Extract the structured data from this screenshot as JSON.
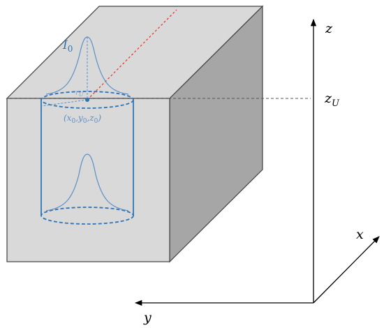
{
  "labels": {
    "intensity": "I",
    "intensity_sub": "0",
    "radius": "r",
    "radius_sub": "U",
    "center": "(x",
    "center_x_sub": "0",
    "center_sep1": ",y",
    "center_y_sub": "0",
    "center_sep2": ",z",
    "center_z_sub": "0",
    "center_close": ")",
    "z_axis": "z",
    "zu": "z",
    "zu_sub": "U",
    "x_axis": "x",
    "y_axis": "y"
  },
  "colors": {
    "front_face": "#d9d9d9",
    "top_face": "#d9d9d9",
    "side_face": "#a6a6a6",
    "edge": "#404040",
    "cylinder": "#2e75b6",
    "profile": "#5b8fc7",
    "ray": "#e53935",
    "axis": "#000000"
  }
}
